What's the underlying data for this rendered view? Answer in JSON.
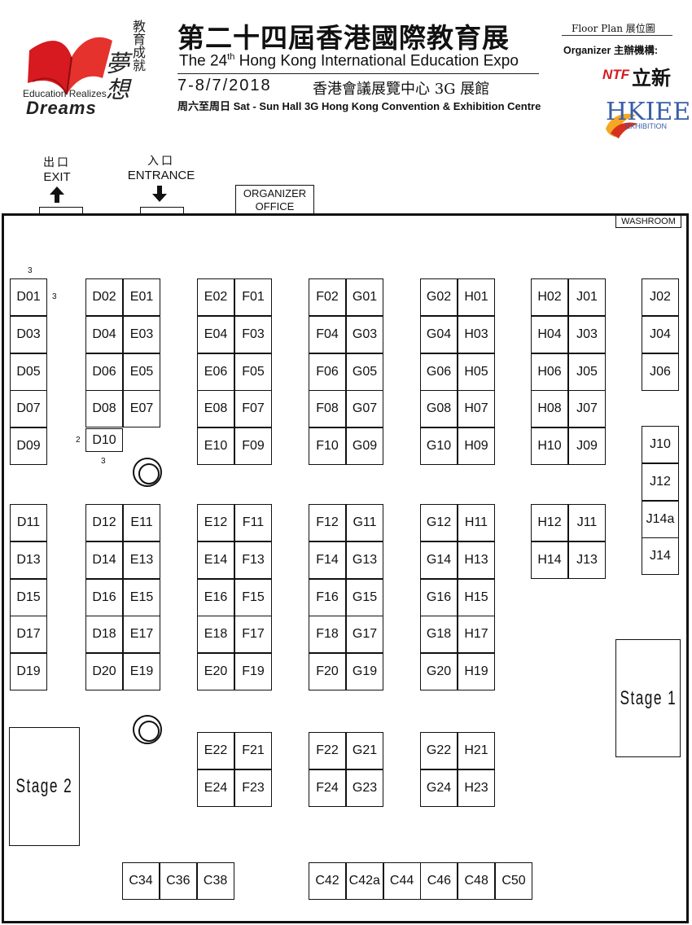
{
  "header": {
    "logo_cn_small": "教育成就",
    "logo_cn_big": "夢想",
    "logo_en_line1": "Education Realizes",
    "logo_en_line2": "Dreams",
    "title_cn": "第二十四屆香港國際教育展",
    "title_en_pre": "The 24",
    "title_en_sup": "th",
    "title_en_post": " Hong Kong International Education Expo",
    "date": "7-8/7/2018",
    "venue_cn": "香港會議展覽中心 3G 展館",
    "venue_en": "周六至周日 Sat - Sun  Hall 3G Hong Kong Convention & Exhibition Centre",
    "floor_plan": "Floor Plan  展位圖",
    "organizer": "Organizer 主辦機構:",
    "ntf_text": "NTF",
    "ntf_cn": "立新",
    "hkiee_text": "HKIEE",
    "hkiee_sub": "EXHIBITION",
    "colors": {
      "book_red": "#d71920",
      "hkiee_blue": "#3a5ea6"
    }
  },
  "labels": {
    "exit_cn": "出口",
    "exit_en": "EXIT",
    "entrance_cn": "入口",
    "entrance_en": "ENTRANCE",
    "organizer_office_1": "ORGANIZER",
    "organizer_office_2": "OFFICE",
    "washroom": "WASHROOM",
    "stage1": "Stage  1",
    "stage2": "Stage  2",
    "note_d01_top": "3",
    "note_d01_right": "3",
    "note_d10_left": "2",
    "note_d10_bottom": "3"
  },
  "booths": {
    "col_d1": [
      "D01",
      "D03",
      "D05",
      "D07",
      "D09"
    ],
    "col_d2": [
      "D11",
      "D13",
      "D15",
      "D17",
      "D19"
    ],
    "col_d3": [
      "D02",
      "D04",
      "D06",
      "D08"
    ],
    "d10": "D10",
    "col_d4": [
      "D12",
      "D14",
      "D16",
      "D18",
      "D20"
    ],
    "col_e1": [
      "E01",
      "E03",
      "E05",
      "E07"
    ],
    "col_e2": [
      "E11",
      "E13",
      "E15",
      "E17",
      "E19"
    ],
    "col_e3": [
      "E02",
      "E04",
      "E06",
      "E08",
      "E10"
    ],
    "col_e4": [
      "E12",
      "E14",
      "E16",
      "E18",
      "E20"
    ],
    "col_e5": [
      "E22",
      "E24"
    ],
    "col_f1": [
      "F01",
      "F03",
      "F05",
      "F07",
      "F09"
    ],
    "col_f2": [
      "F11",
      "F13",
      "F15",
      "F17",
      "F19"
    ],
    "col_f3": [
      "F21",
      "F23"
    ],
    "col_f4": [
      "F02",
      "F04",
      "F06",
      "F08",
      "F10"
    ],
    "col_f5": [
      "F12",
      "F14",
      "F16",
      "F18",
      "F20"
    ],
    "col_f6": [
      "F22",
      "F24"
    ],
    "col_g1": [
      "G01",
      "G03",
      "G05",
      "G07",
      "G09"
    ],
    "col_g2": [
      "G11",
      "G13",
      "G15",
      "G17",
      "G19"
    ],
    "col_g3": [
      "G21",
      "G23"
    ],
    "col_g4": [
      "G02",
      "G04",
      "G06",
      "G08",
      "G10"
    ],
    "col_g5": [
      "G12",
      "G14",
      "G16",
      "G18",
      "G20"
    ],
    "col_g6": [
      "G22",
      "G24"
    ],
    "col_h1": [
      "H01",
      "H03",
      "H05",
      "H07",
      "H09"
    ],
    "col_h2": [
      "H11",
      "H13",
      "H15",
      "H17",
      "H19"
    ],
    "col_h3": [
      "H21",
      "H23"
    ],
    "col_h4": [
      "H02",
      "H04",
      "H06",
      "H08",
      "H10"
    ],
    "col_h5": [
      "H12",
      "H14"
    ],
    "col_j1": [
      "J01",
      "J03",
      "J05",
      "J07",
      "J09"
    ],
    "col_j2": [
      "J11",
      "J13"
    ],
    "col_j3": [
      "J02",
      "J04",
      "J06"
    ],
    "col_j4": [
      "J10",
      "J12",
      "J14a",
      "J14"
    ],
    "row_c1": [
      "C34",
      "C36",
      "C38"
    ],
    "row_c2": [
      "C42",
      "C42a",
      "C44",
      "C46",
      "C48",
      "C50"
    ]
  }
}
